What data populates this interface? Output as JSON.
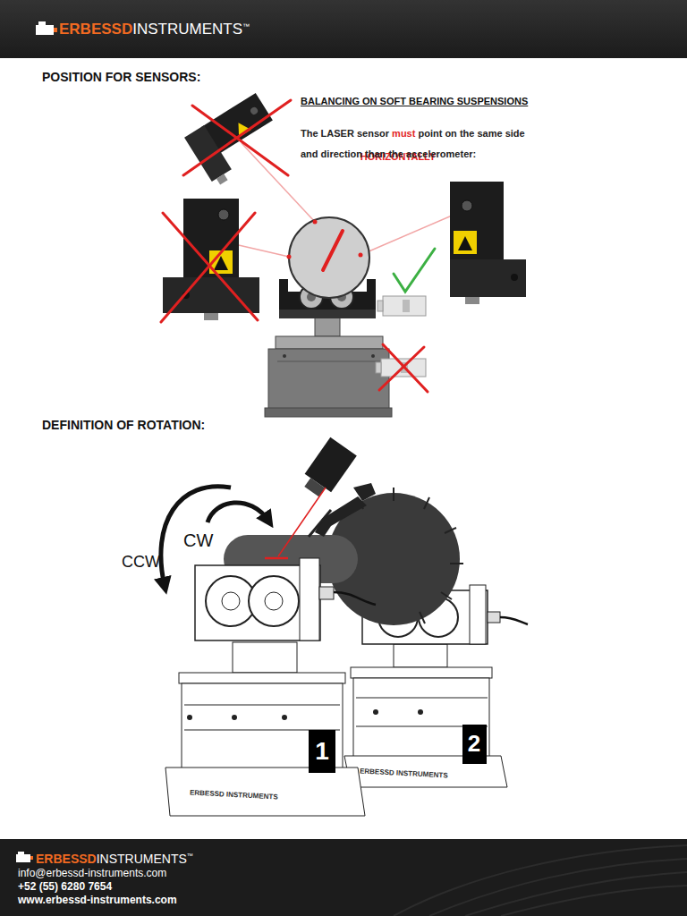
{
  "diagram": {
    "nodes": [
      {
        "text": [
          "1"
        ]
      },
      {
        "text": [
          "2"
        ]
      }
    ],
    "labels": [
      "ERBESSD",
      "INSTRUMENTS",
      "™",
      "POSITION FOR SENSORS:",
      "BALANCING ON SOFT BEARING SUSPENSIONS",
      "The LASER sensor",
      "must",
      "point on the same side and direction than the accelerometer:",
      "HORIZONTALLY",
      "DEFINITION OF ROTATION:",
      "CW",
      "CCW",
      "ERBESSD INSTRUMENTS",
      "ERBESSD INSTRUMENTS",
      "ERBESSD",
      "INSTRUMENTS",
      "™",
      "info@erbessd-instruments.com",
      "+52 (55) 6280 7654",
      "www.erbessd-instruments.com"
    ]
  }
}
